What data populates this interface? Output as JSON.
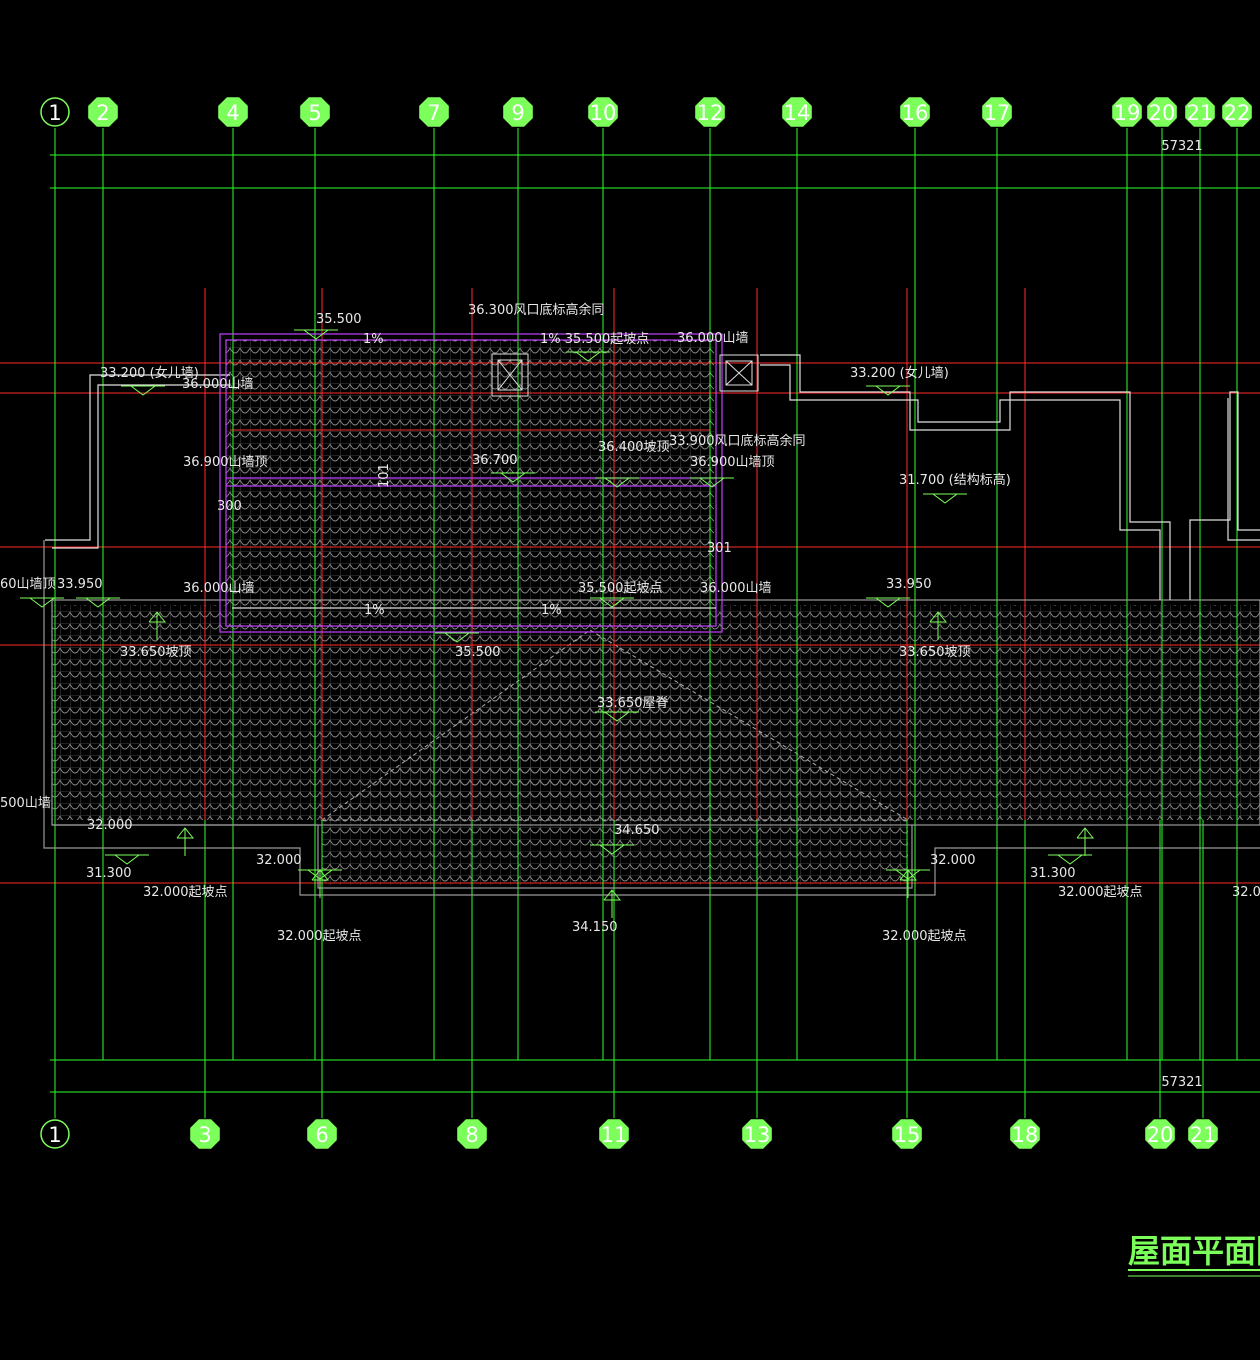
{
  "drawing_title": "屋面平面图",
  "colors": {
    "background": "#000000",
    "axis_green": "#2bff2b",
    "bubble_fill": "#7cff5a",
    "grid_red": "#ff2a2a",
    "outline_gray": "#9a9a9a",
    "parapet_white": "#e0e0e0",
    "magenta": "#c040ff",
    "tile": "#8a8a8a"
  },
  "axes_top": [
    "1",
    "2",
    "4",
    "5",
    "7",
    "9",
    "10",
    "12",
    "14",
    "16",
    "17",
    "19",
    "20",
    "21",
    "22"
  ],
  "axes_bottom": [
    "1",
    "3",
    "6",
    "8",
    "11",
    "13",
    "15",
    "18",
    "20",
    "21"
  ],
  "dimensions": {
    "top_total": "57321",
    "bottom_total": "57321"
  },
  "labels": [
    {
      "text": "35.500",
      "id": "l1"
    },
    {
      "text": "36.300风口底标高余同",
      "id": "l2"
    },
    {
      "text": "1%",
      "id": "l3"
    },
    {
      "text": "1% 35.500起坡点",
      "id": "l4"
    },
    {
      "text": "36.000山墙",
      "id": "l5"
    },
    {
      "text": "33.200 (女儿墙)",
      "id": "l6"
    },
    {
      "text": "36.000山墙",
      "id": "l7"
    },
    {
      "text": "33.200 (女儿墙)",
      "id": "l8"
    },
    {
      "text": "36.900山墙顶",
      "id": "l9"
    },
    {
      "text": "36.700",
      "id": "l10"
    },
    {
      "text": "36.400坡顶",
      "id": "l11"
    },
    {
      "text": "33.900风口底标高余同",
      "id": "l12"
    },
    {
      "text": "36.900山墙顶",
      "id": "l13"
    },
    {
      "text": "31.700 (结构标高)",
      "id": "l14"
    },
    {
      "text": "300",
      "id": "l15"
    },
    {
      "text": "301",
      "id": "l16"
    },
    {
      "text": "60山墙顶",
      "id": "l17"
    },
    {
      "text": "33.950",
      "id": "l18"
    },
    {
      "text": "36.000山墙",
      "id": "l19"
    },
    {
      "text": "35.500起坡点",
      "id": "l20"
    },
    {
      "text": "36.000山墙",
      "id": "l21"
    },
    {
      "text": "33.950",
      "id": "l22"
    },
    {
      "text": "1%",
      "id": "l23"
    },
    {
      "text": "1%",
      "id": "l24"
    },
    {
      "text": "33.650坡顶",
      "id": "l25"
    },
    {
      "text": "35.500",
      "id": "l26"
    },
    {
      "text": "33.650坡顶",
      "id": "l27"
    },
    {
      "text": "33.650屋脊",
      "id": "l28"
    },
    {
      "text": "500山墙",
      "id": "l29"
    },
    {
      "text": "32.000",
      "id": "l30"
    },
    {
      "text": "34.650",
      "id": "l31"
    },
    {
      "text": "31.300",
      "id": "l32"
    },
    {
      "text": "32.000",
      "id": "l33"
    },
    {
      "text": "32.000",
      "id": "l34"
    },
    {
      "text": "31.300",
      "id": "l35"
    },
    {
      "text": "32.000起坡点",
      "id": "l36"
    },
    {
      "text": "32.000起坡点",
      "id": "l37"
    },
    {
      "text": "32.0",
      "id": "l38"
    },
    {
      "text": "32.000起坡点",
      "id": "l39"
    },
    {
      "text": "34.150",
      "id": "l40"
    },
    {
      "text": "32.000起坡点",
      "id": "l41"
    },
    {
      "text": "101",
      "id": "l42"
    }
  ]
}
